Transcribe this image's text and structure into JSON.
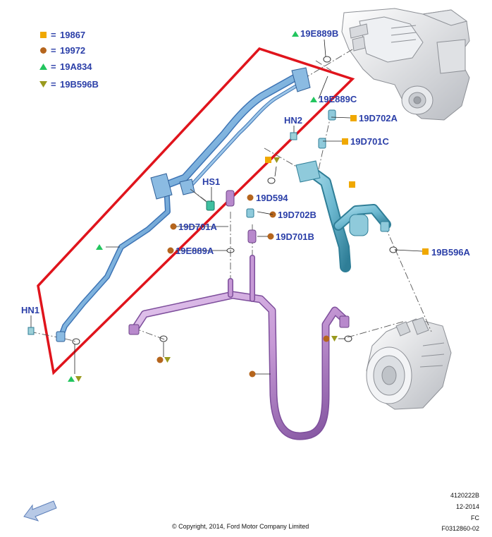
{
  "legend": [
    {
      "symbol": "square",
      "color": "#f0a800",
      "code": "19867"
    },
    {
      "symbol": "circle",
      "color": "#b5651d",
      "code": "19972"
    },
    {
      "symbol": "triangle-up",
      "color": "#22c55e",
      "code": "19A834"
    },
    {
      "symbol": "triangle-down",
      "color": "#9a9a1e",
      "code": "19B596B"
    }
  ],
  "legend_eq": "=",
  "labels": {
    "e889b": "19E889B",
    "e889c": "19E889C",
    "hn2": "HN2",
    "d702a": "19D702A",
    "d701c": "19D701C",
    "hs1": "HS1",
    "d594": "19D594",
    "d702b": "19D702B",
    "d701a": "19D701A",
    "d701b": "19D701B",
    "e889a": "19E889A",
    "b596a": "19B596A",
    "hn1": "HN1"
  },
  "footer": {
    "copyright": "© Copyright, 2014, Ford Motor Company Limited",
    "ref1": "4120222B",
    "ref2": "12-2014",
    "ref3": "FC",
    "ref4": "F0312860-02"
  },
  "colors": {
    "blue_tube": "#7fb3de",
    "blue_tube_dark": "#3d74b5",
    "purple_tube": "#c79ad6",
    "purple_tube_dark": "#7e4f9c",
    "teal_tube": "#6cb8d0",
    "teal_tube_dark": "#2f7e97",
    "outline_red": "#e0141c",
    "label_blue": "#2b3fa8"
  },
  "icons": {
    "direction_arrow": "front-direction-arrow-icon"
  }
}
